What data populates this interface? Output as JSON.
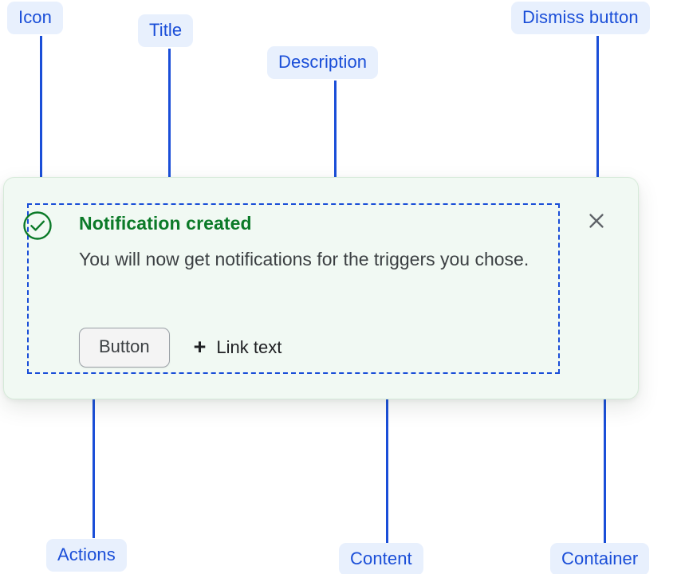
{
  "annotations": [
    {
      "id": "icon",
      "label": "Icon"
    },
    {
      "id": "title",
      "label": "Title"
    },
    {
      "id": "desc",
      "label": "Description"
    },
    {
      "id": "dismiss",
      "label": "Dismiss button"
    },
    {
      "id": "actions",
      "label": "Actions"
    },
    {
      "id": "content",
      "label": "Content"
    },
    {
      "id": "container",
      "label": "Container"
    }
  ],
  "notification": {
    "status": "success",
    "icon_name": "check-circle-icon",
    "title": "Notification created",
    "description": "You will now get notifications for the triggers you chose.",
    "actions": {
      "button_label": "Button",
      "link_plus_glyph": "+",
      "link_label": "Link text"
    },
    "dismiss": {
      "icon_name": "close-icon",
      "glyph": "×"
    }
  },
  "colors": {
    "annotation_blue": "#1a4ed8",
    "annotation_pill_bg": "#e8f0fd",
    "card_bg": "#f1f9f3",
    "card_border": "#d6ead9",
    "success_green": "#0b7a28",
    "body_text": "#3c4043",
    "dismiss_gray": "#5f6368",
    "button_bg": "#f4f4f4",
    "button_border": "#9aa0a6"
  }
}
